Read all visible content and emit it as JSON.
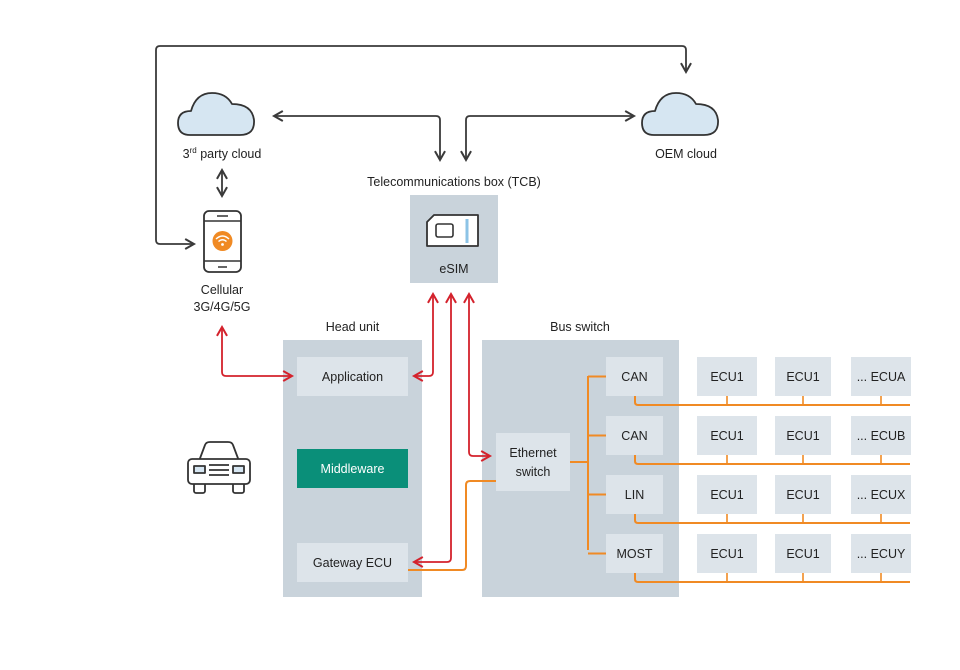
{
  "labels": {
    "third_party_cloud_main": "3",
    "third_party_cloud_sup": "rd",
    "third_party_cloud_rest": " party cloud",
    "oem_cloud": "OEM cloud",
    "tcb_title": "Telecommunications box (TCB)",
    "esim": "eSIM",
    "cellular_line1": "Cellular",
    "cellular_line2": "3G/4G/5G",
    "head_unit": "Head unit",
    "bus_switch": "Bus switch",
    "application": "Application",
    "middleware": "Middleware",
    "gateway_ecu": "Gateway ECU",
    "ethernet_line1": "Ethernet",
    "ethernet_line2": "switch"
  },
  "buses": [
    {
      "name": "CAN",
      "ecus": [
        "ECU1",
        "ECU1",
        "... ECUA"
      ]
    },
    {
      "name": "CAN",
      "ecus": [
        "ECU1",
        "ECU1",
        "... ECUB"
      ]
    },
    {
      "name": "LIN",
      "ecus": [
        "ECU1",
        "ECU1",
        "... ECUX"
      ]
    },
    {
      "name": "MOST",
      "ecus": [
        "ECU1",
        "ECU1",
        "... ECUY"
      ]
    }
  ],
  "colors": {
    "box_background": "#c9d3db",
    "box_inner": "#dde4ea",
    "middleware": "#0a8f79",
    "line_red": "#d4222c",
    "line_orange": "#f08a24",
    "line_dark": "#3a3a3a",
    "cloud_fill": "#d6e6f2"
  },
  "icons": [
    "cloud-icon",
    "smartphone-icon",
    "wifi-icon",
    "sim-card-icon",
    "car-icon"
  ]
}
